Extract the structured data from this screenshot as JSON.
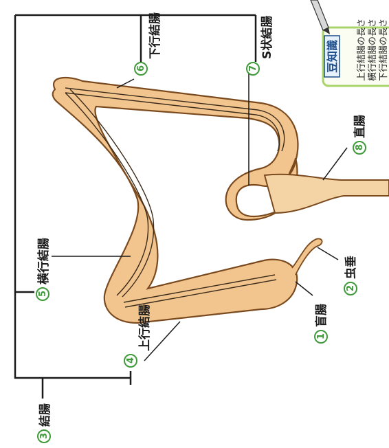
{
  "diagram": {
    "labels": {
      "colon": {
        "num": "3",
        "text": "結腸"
      },
      "ascending": {
        "num": "4",
        "text": "上行結腸"
      },
      "transverse": {
        "num": "5",
        "text": "横行結腸"
      },
      "descending": {
        "num": "6",
        "text": "下行結腸"
      },
      "sigmoid": {
        "num": "7",
        "text": "S状結腸"
      },
      "rectum": {
        "num": "8",
        "text": "直腸"
      },
      "cecum": {
        "num": "1",
        "text": "盲腸"
      },
      "appendix": {
        "num": "2",
        "text": "虫垂"
      }
    },
    "note": {
      "title": "豆知識",
      "lines": [
        "上行結腸の長さ",
        "横行結腸の長さ",
        "下行結腸の長さ"
      ]
    }
  },
  "colors": {
    "gut_fill": "#f2c58f",
    "gut_stroke": "#7a4a1e",
    "circle_green": "#3f9a3a",
    "note_border": "#a8d46a",
    "note_fill": "#fbfdf2"
  }
}
